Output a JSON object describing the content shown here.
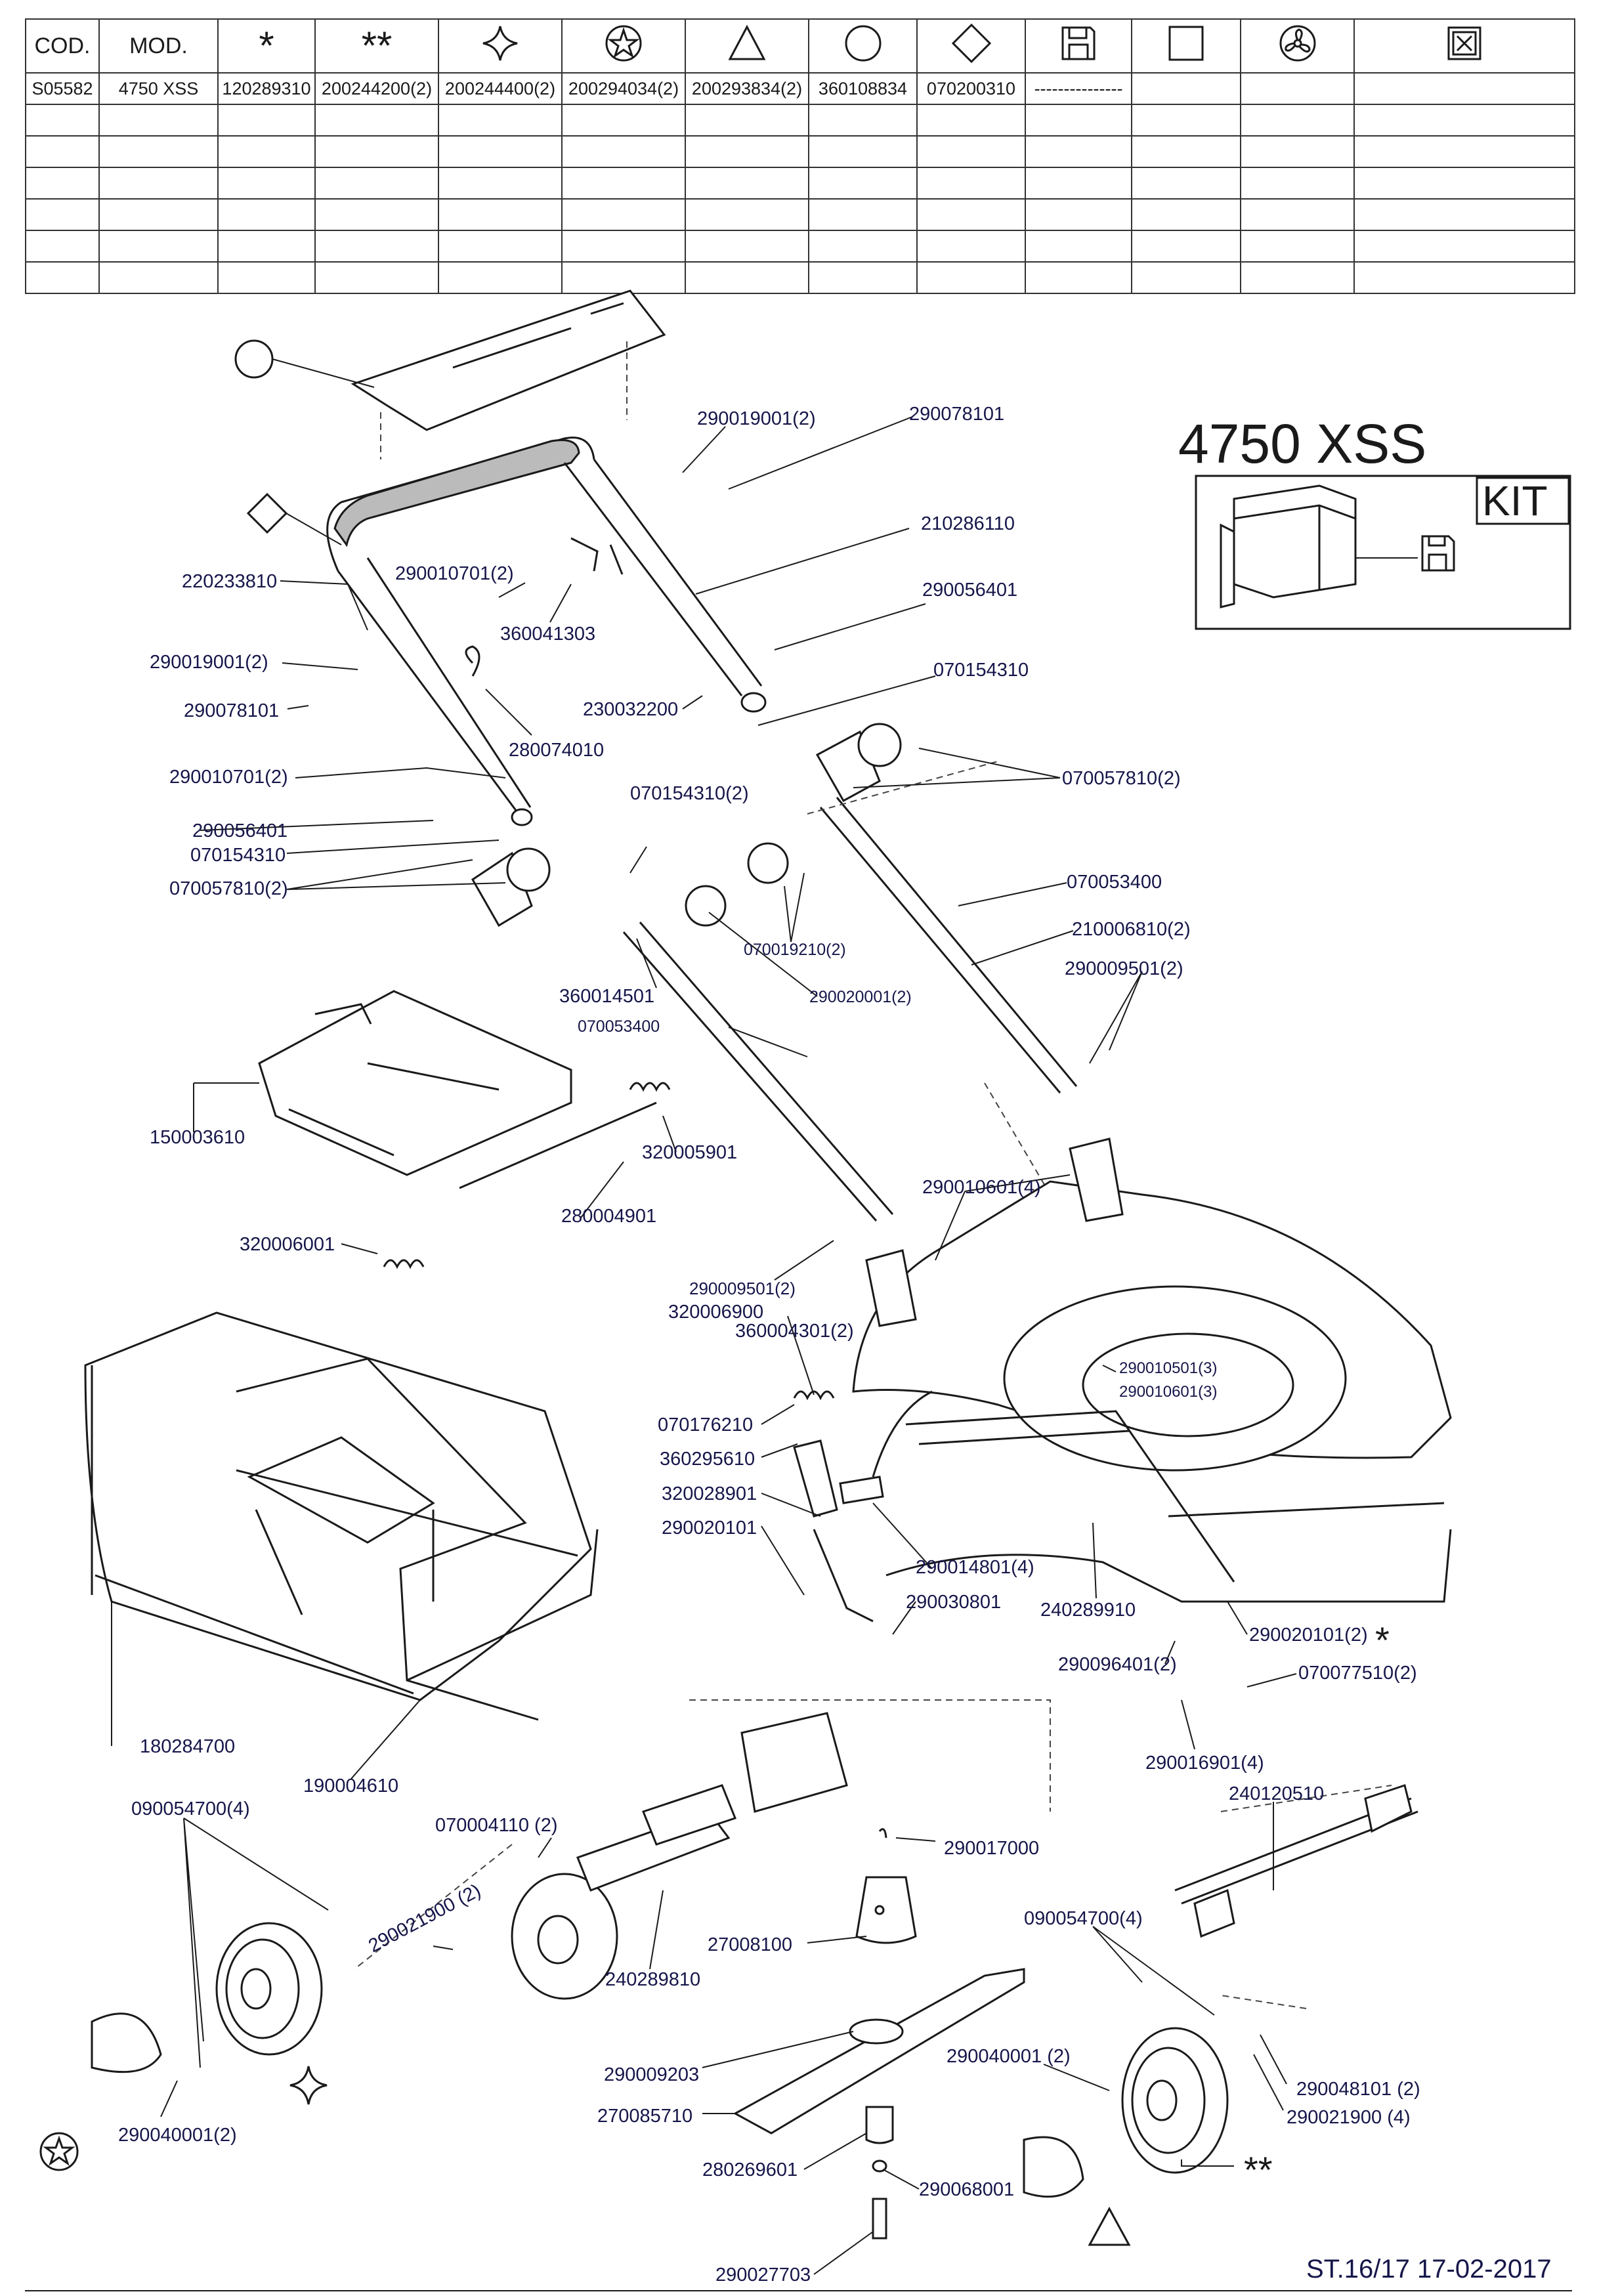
{
  "table": {
    "header": [
      "COD.",
      "MOD.",
      "*",
      "**",
      "diamond-star",
      "circle-star",
      "triangle",
      "circle",
      "diamond",
      "floppy-disk",
      "square",
      "fan",
      "x-box"
    ],
    "row1": [
      "S05582",
      "4750 XSS",
      "120289310",
      "200244200(2)",
      "200244400(2)",
      "200294034(2)",
      "200293834(2)",
      "360108834",
      "070200310",
      "---------------",
      "",
      "",
      ""
    ]
  },
  "model_title": "4750 XSS",
  "kit_label": "KIT",
  "labels": {
    "l01": "290019001(2)",
    "l02": "290078101",
    "l03": "210286110",
    "l04": "290056401",
    "l05": "070154310",
    "l06": "220233810",
    "l07": "290010701(2)",
    "l08": "360041303",
    "l09": "290019001(2)",
    "l10": "290078101",
    "l11": "230032200",
    "l12": "280074010",
    "l13": "070057810(2)",
    "l14": "290010701(2)",
    "l15": "070154310(2)",
    "l16": "290056401",
    "l17": "070154310",
    "l18": "070057810(2)",
    "l19": "070053400",
    "l20": "210006810(2)",
    "l21": "070019210(2)",
    "l22": "290009501(2)",
    "l23": "360014501",
    "l24": "290020001(2)",
    "l25": "070053400",
    "l26": "150003610",
    "l27": "320005901",
    "l28": "290010601(4)",
    "l29": "280004901",
    "l30": "320006001",
    "l31": "290009501(2)",
    "l32": "320006900",
    "l33": "360004301(2)",
    "l34": "290010501(3)",
    "l35": "290010601(3)",
    "l36": "070176210",
    "l37": "360295610",
    "l38": "320028901",
    "l39": "290020101",
    "l40": "290014801(4)",
    "l41": "290030801",
    "l42": "240289910",
    "l43": "290020101(2)",
    "l44": "290096401(2)",
    "l45": "070077510(2)",
    "l46": "180284700",
    "l47": "290016901(4)",
    "l48": "190004610",
    "l49": "240120510",
    "l50": "090054700(4)",
    "l51": "070004110 (2)",
    "l52": "290017000",
    "l53": "290021900 (2)",
    "l54": "090054700(4)",
    "l55": "27008100",
    "l56": "240289810",
    "l57": "290048101 (2)",
    "l58": "290040001 (2)",
    "l59": "290021900 (4)",
    "l60": "290009203",
    "l61": "270085710",
    "l62": "290040001(2)",
    "l63": "280269601",
    "l64": "290068001",
    "l65": "290027703"
  },
  "footer": "ST.16/17  17-02-2017"
}
